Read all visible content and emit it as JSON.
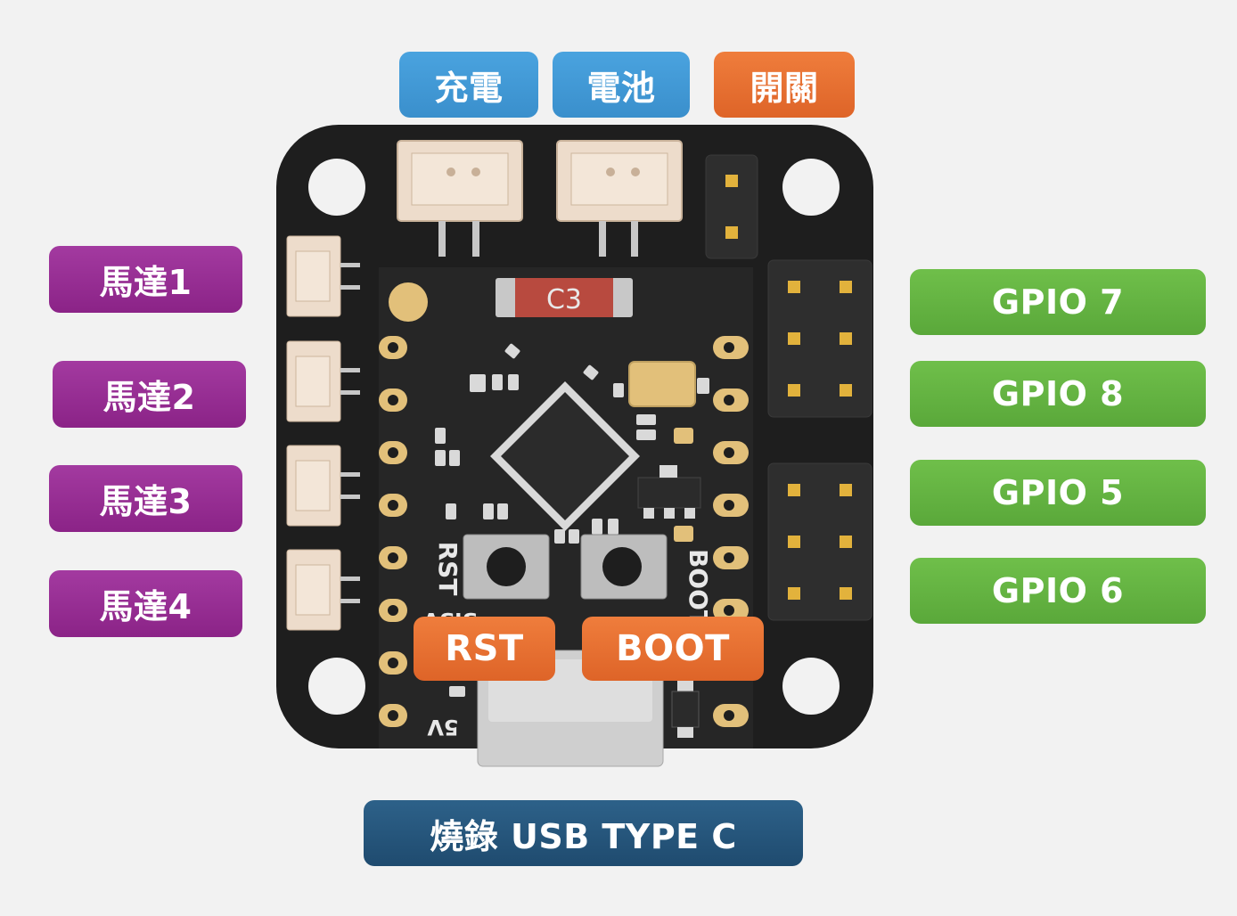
{
  "top_labels": {
    "charge": "充電",
    "battery": "電池",
    "switch": "開關"
  },
  "motor_labels": [
    "馬達1",
    "馬達2",
    "馬達3",
    "馬達4"
  ],
  "gpio_labels": [
    "GPIO 7",
    "GPIO 8",
    "GPIO 5",
    "GPIO 6"
  ],
  "button_labels": {
    "rst": "RST",
    "boot": "BOOT"
  },
  "bottom_label": "燒錄 USB TYPE C",
  "silkscreen": {
    "cap_marking": "C3",
    "rst": "RST",
    "boot": "BOOT",
    "v33": "3.3V",
    "v5": "5V"
  },
  "colors": {
    "background": "#f2f2f2",
    "pcb": "#1e1e1e",
    "blue_label": "#3a8fcc",
    "orange_label": "#de6428",
    "purple_label": "#8b2387",
    "green_label": "#5aa83a",
    "navy_label": "#1f4b6f",
    "gold_pad": "#e2c07a"
  }
}
